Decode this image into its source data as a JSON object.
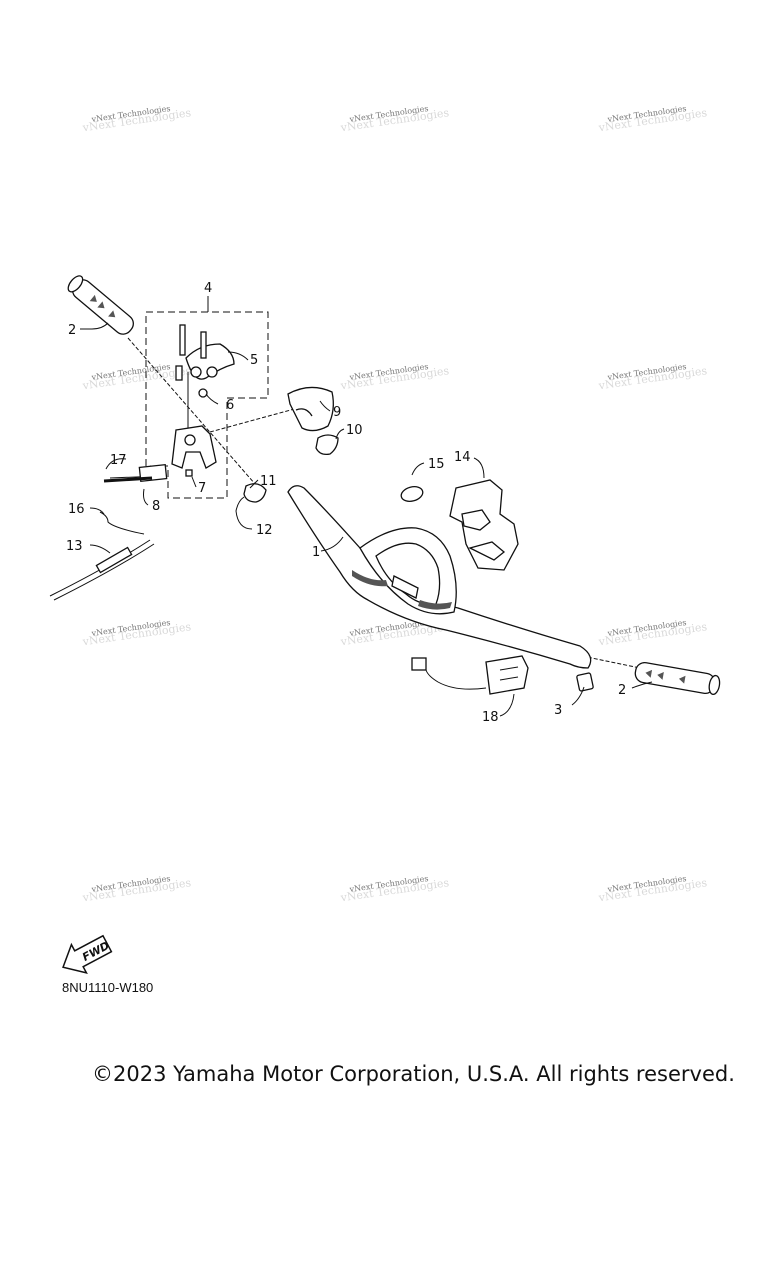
{
  "watermark": {
    "text": "vNext Technologies"
  },
  "callouts": [
    "1",
    "2",
    "2",
    "3",
    "4",
    "5",
    "6",
    "7",
    "8",
    "9",
    "10",
    "11",
    "12",
    "13",
    "14",
    "15",
    "16",
    "17",
    "18"
  ],
  "fwd_label": "FWD",
  "reference_code": "8NU1110-W180",
  "copyright": "©2023 Yamaha Motor Corporation, U.S.A. All rights reserved."
}
